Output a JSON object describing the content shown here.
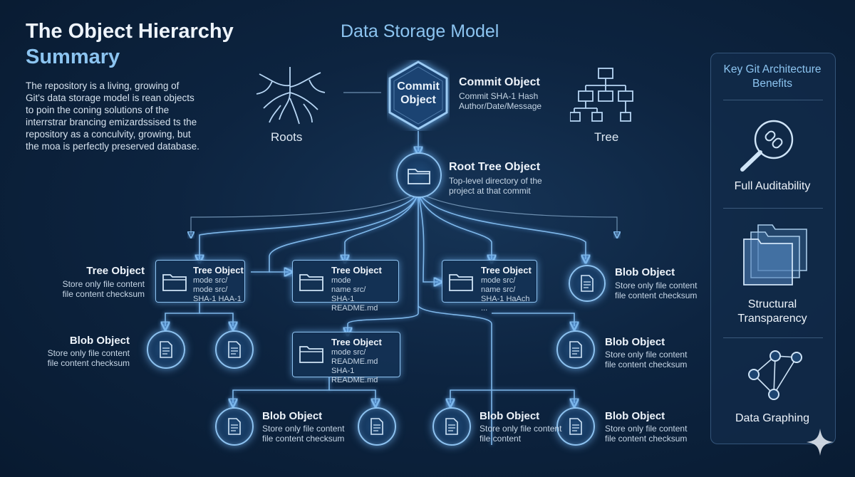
{
  "summary": {
    "title_line1": "The Object Hierarchy",
    "title_line2": "Summary",
    "description": "The repository is a living, growing of\nGit's data storage model is rean objects\nto poin the coning solutions of the\ninterrstrar brancing emizardssised ts the\nrepository as a conculvity, growing, but\nthe moa is perfectly preserved database."
  },
  "diagram_title": "Data Storage Model",
  "top_icons": {
    "roots": "Roots",
    "tree": "Tree"
  },
  "commit": {
    "hex_label": "Commit Object",
    "title": "Commit Object",
    "details": "Commit SHA-1 Hash\nAuthor/Date/Message"
  },
  "root_tree": {
    "title": "Root Tree Object",
    "details": "Top-level directory of the\nproject at that commit"
  },
  "tree_boxes": [
    {
      "title": "Tree Object",
      "lines": "mode  src/\nmode  src/\nSHA-1 HAA-1"
    },
    {
      "title": "Tree Object",
      "lines": "mode\nname  src/\nSHA-1 README.md"
    },
    {
      "title": "Tree Object",
      "lines": "mode  src/\nname  src/\nSHA-1 HaAch ..."
    },
    {
      "title": "Tree Object",
      "lines": "mode  src/\nREADME.md\nSHA-1 README.md"
    }
  ],
  "labels": {
    "left_tree": {
      "title": "Tree Object",
      "text": "Store only file content\nfile content checksum"
    },
    "top_right_blob": {
      "title": "Blob Object",
      "text": "Store only file content\nfile content checksum"
    },
    "mid_left_blob": {
      "title": "Blob Object",
      "text": "Store only file content\nfile content checksum"
    },
    "mid_right_blob": {
      "title": "Blob Object",
      "text": "Store only file content\nfile content checksum"
    },
    "bottom_blob_1": {
      "title": "Blob Object",
      "text": "Store only file content\nfile content checksum"
    },
    "bottom_blob_2": {
      "title": "Blob Object",
      "text": "Store only file content\nfile content"
    },
    "bottom_blob_3": {
      "title": "Blob Object",
      "text": "Store only file content\nfile content checksum"
    }
  },
  "panel": {
    "title": "Key Git Architecture\nBenefits",
    "benefits": [
      "Full Auditability",
      "Structural\nTransparency",
      "Data Graphing"
    ]
  },
  "icons": {
    "roots": "roots-icon",
    "tree": "tree-icon",
    "folder": "folder-icon",
    "file": "file-icon",
    "link": "link-icon",
    "layers": "layers-icon",
    "graph": "graph-icon",
    "sparkle": "sparkle-icon"
  },
  "colors": {
    "accent": "#8cc4f0",
    "wire": "#7fb8ea",
    "background": "#0d2440"
  }
}
